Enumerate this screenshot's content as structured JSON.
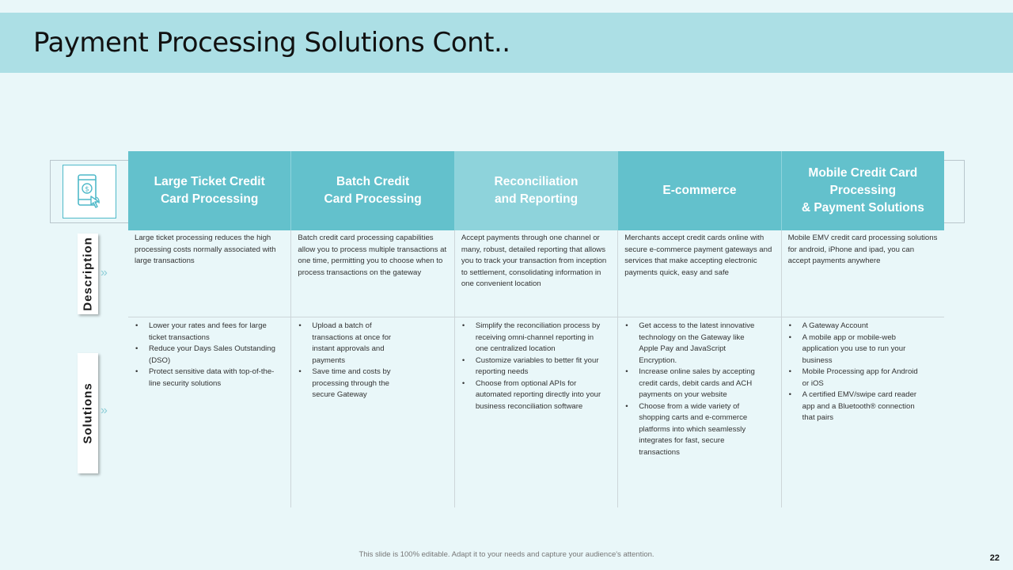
{
  "title": "Payment Processing Solutions Cont..",
  "icon": "mobile-payment-icon",
  "columns": [
    "Large Ticket Credit\nCard Processing",
    "Batch Credit\nCard Processing",
    "Reconciliation\nand Reporting",
    "E-commerce",
    "Mobile Credit Card\nProcessing\n& Payment Solutions"
  ],
  "row_labels": {
    "description": "Description",
    "solutions": "Solutions",
    "chevron": "»"
  },
  "descriptions": [
    "Large ticket processing  reduces the high processing costs normally associated with large transactions",
    "Batch credit card processing capabilities allow you to process multiple transactions at one time, permitting you to choose when to process transactions on the gateway",
    "Accept payments through one channel or many,  robust, detailed reporting that allows you to track your transaction from inception to settlement, consolidating information in one convenient location",
    "Merchants accept credit cards online with secure e-commerce payment gateways and services that make accepting electronic payments quick, easy and safe",
    "Mobile EMV credit card processing solutions for android, iPhone and ipad, you can accept payments anywhere"
  ],
  "solutions": [
    [
      "Lower your rates and fees for large ticket transactions",
      "Reduce your Days Sales Outstanding (DSO)",
      "Protect sensitive data with top-of-the-line security solutions"
    ],
    [
      "Upload a batch of transactions at once for instant approvals and payments",
      "Save time and costs by processing through the secure Gateway"
    ],
    [
      "Simplify the reconciliation process by receiving omni-channel reporting in one centralized location",
      "Customize variables to better fit your reporting needs",
      "Choose from optional APIs for automated reporting directly into your business reconciliation software"
    ],
    [
      "Get access to the latest innovative technology on the Gateway  like Apple Pay and JavaScript Encryption.",
      "Increase online sales by accepting credit cards, debit cards and ACH payments on your website",
      "Choose from a wide variety of shopping carts and e-commerce platforms into which seamlessly integrates for fast, secure transactions"
    ],
    [
      "A Gateway  Account",
      "A mobile app or mobile-web application you use to run your business",
      "Mobile Processing app for Android or iOS",
      "A certified EMV/swipe card reader app and a Bluetooth® connection that pairs"
    ]
  ],
  "footer": "This slide is 100% editable. Adapt it to your needs and capture your audience's attention.",
  "page_number": "22"
}
